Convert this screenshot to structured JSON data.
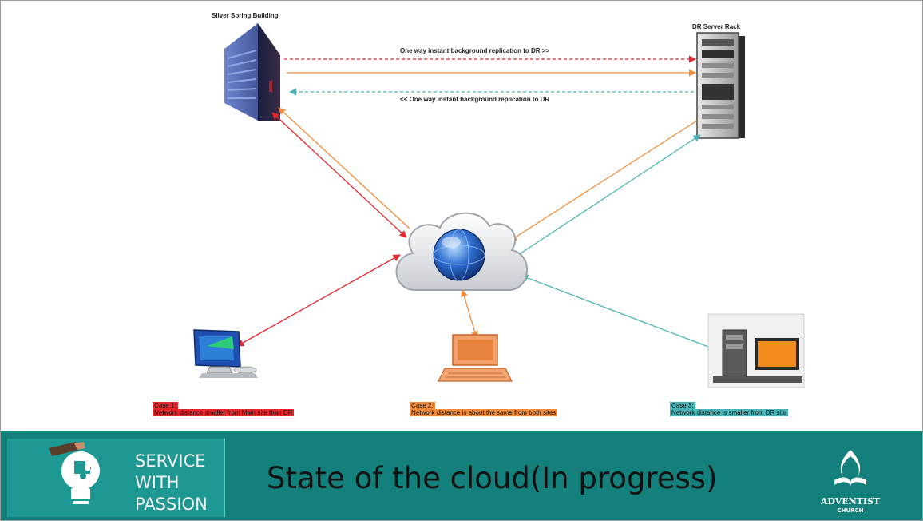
{
  "diagram": {
    "site_main_label": "Silver Spring Building",
    "site_dr_label": "DR Server Rack",
    "replication_to_dr": "One way instant background replication to DR >>",
    "replication_from_dr": "<< One way instant background replication to DR",
    "cases": [
      {
        "title": "Case 1:",
        "text": "Network distance smaller from Main site than DR",
        "color": "#e8262e"
      },
      {
        "title": "Case 2:",
        "text": "Network distance is about the same from both sites",
        "color": "#f08c3c"
      },
      {
        "title": "Case 3:",
        "text": "Network distance is smaller from DR site",
        "color": "#4ab3b5"
      }
    ]
  },
  "footer": {
    "tagline": [
      "SERVICE",
      "WITH",
      "PASSION"
    ],
    "title": "State of the cloud(In progress)",
    "brand_name": "ADVENTIST",
    "brand_sub": "CHURCH"
  },
  "colors": {
    "red_arrow": "#e8262e",
    "orange_arrow": "#f08c3c",
    "teal_arrow": "#4ab3b5",
    "footer_bg": "#14807c"
  }
}
